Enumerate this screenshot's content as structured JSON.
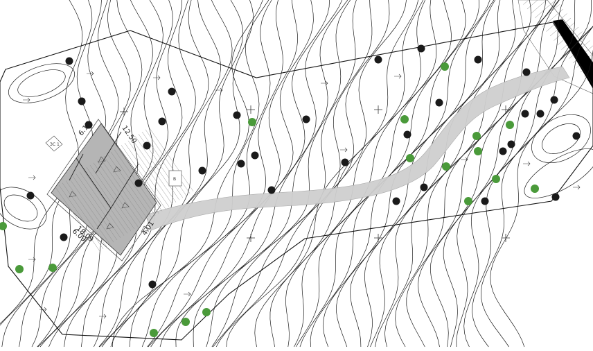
{
  "diagram": {
    "type": "topographic-site-plan",
    "colors": {
      "background": "#ffffff",
      "contour": "#1a1a1a",
      "boundary": "#111111",
      "driveway": "#cfcfcf",
      "roof": "#b5b5b5",
      "tree_existing": "#1a1a1a",
      "tree_new": "#4a9a3a",
      "road": "#000000"
    },
    "icons": [
      "north-arrow-icon",
      "tree-existing-icon",
      "tree-new-icon",
      "survey-cross-icon",
      "slope-arrow-icon"
    ]
  },
  "building": {
    "dimensions": {
      "top": "12.50",
      "left": "6.17",
      "bottom_a": "18.09",
      "bottom_b": "6.09",
      "right": "4.01"
    }
  },
  "annotations": {
    "top_left_sign": "ЗС 1",
    "right_sign": "В"
  }
}
